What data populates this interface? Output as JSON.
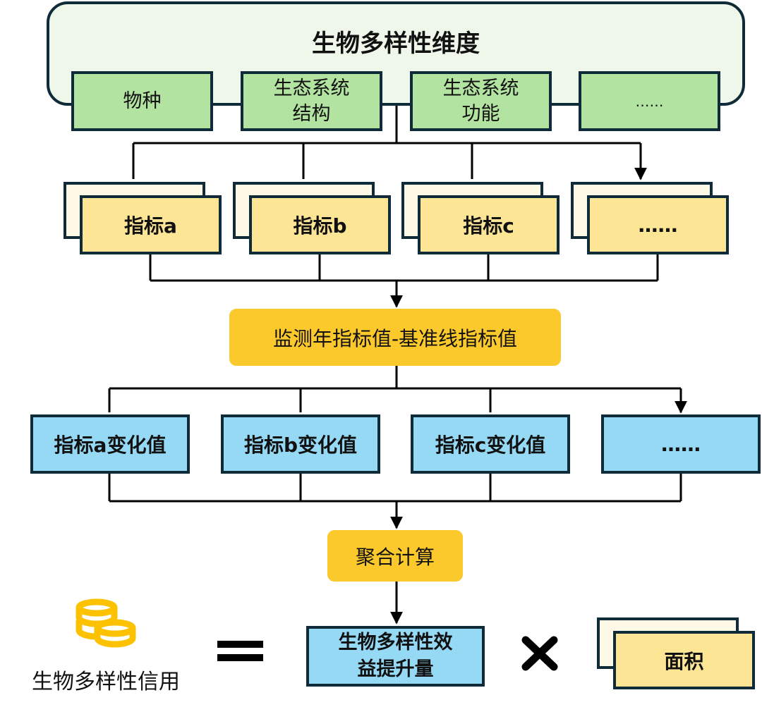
{
  "title": "生物多样性维度",
  "dimensions": [
    "物种",
    "生态系统\n结构",
    "生态系统\n功能",
    "……"
  ],
  "indicators": [
    "指标a",
    "指标b",
    "指标c",
    "……"
  ],
  "difference": "监测年指标值-基准线指标值",
  "changes": [
    "指标a变化值",
    "指标b变化值",
    "指标c变化值",
    "……"
  ],
  "aggregate": "聚合计算",
  "uplift": "生物多样性效\n益提升量",
  "area": "面积",
  "credit": "生物多样性信用",
  "colors": {
    "border": "#0f2a38",
    "green": "#b3e3a0",
    "yellow": "#fde596",
    "gold": "#fcc92c",
    "blue": "#96d9f5",
    "coin": "#fcc200"
  }
}
